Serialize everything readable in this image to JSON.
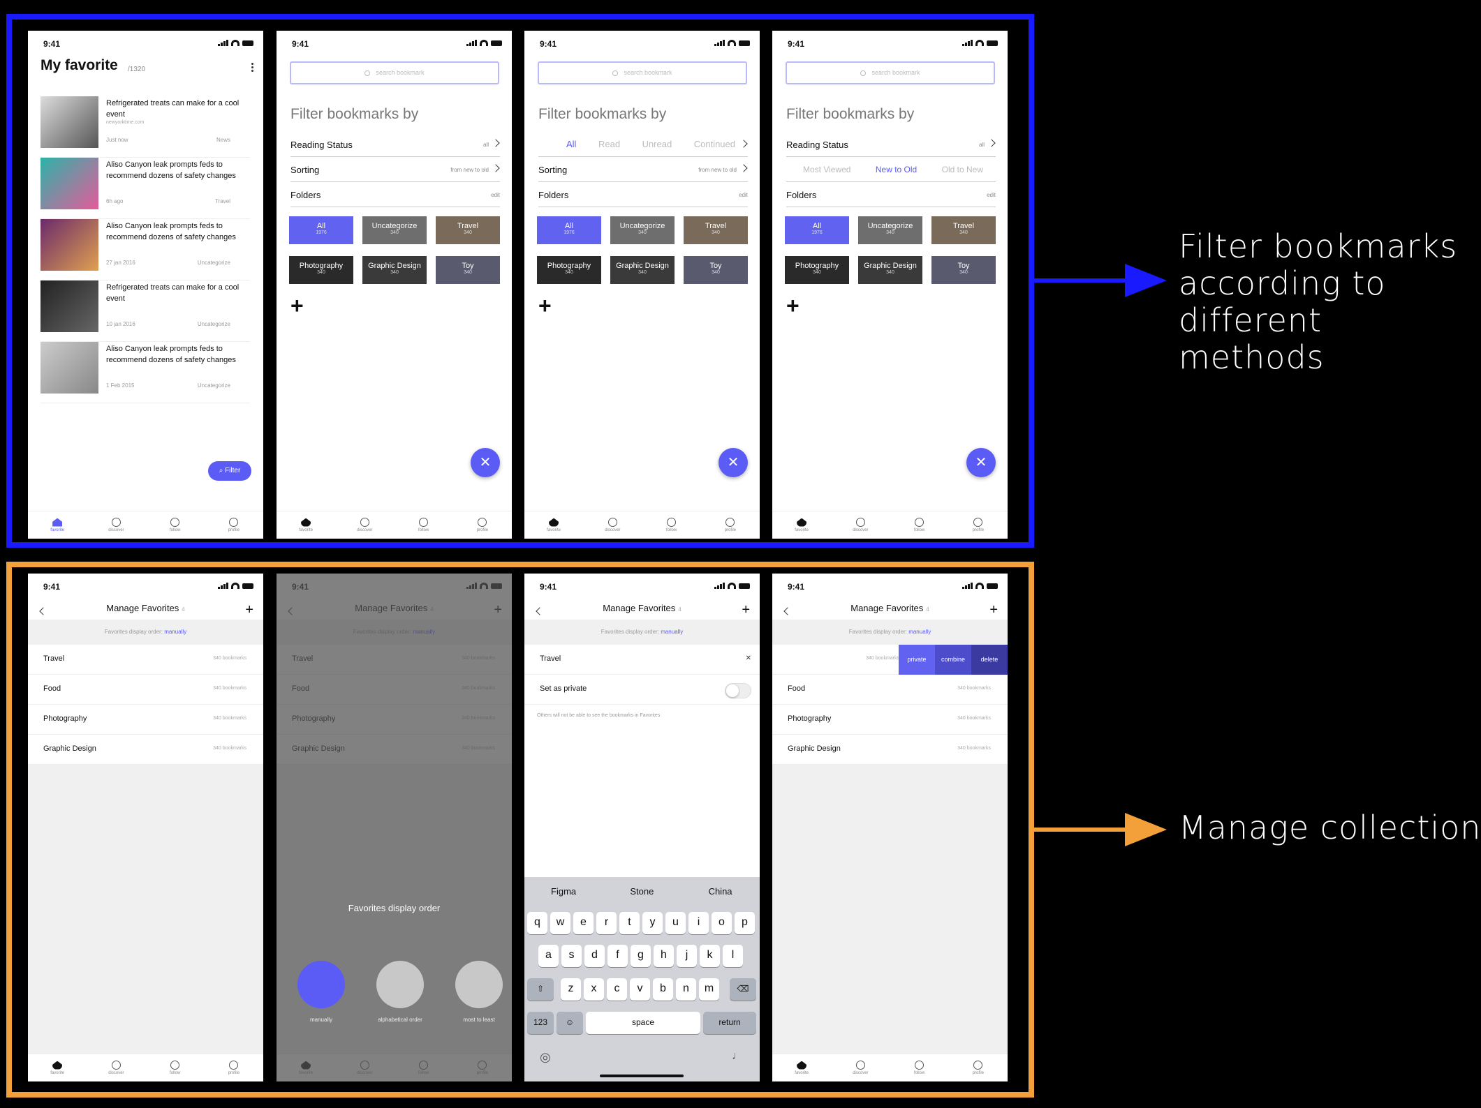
{
  "status_time": "9:41",
  "tabs": [
    "favorite",
    "discover",
    "follow",
    "profile"
  ],
  "captions": {
    "filter": "Filter bookmarks according to different methods",
    "manage": "Manage collection"
  },
  "favorites": {
    "title": "My favorite",
    "count": "/1320",
    "filter_button": "Filter",
    "articles": [
      {
        "title": "Refrigerated treats can make for a cool event",
        "source": "newyorktime.com",
        "time": "Just now",
        "category": "News"
      },
      {
        "title": "Aliso Canyon leak prompts feds to recommend dozens of safety changes",
        "source": "",
        "time": "6h ago",
        "category": "Travel"
      },
      {
        "title": "Aliso Canyon leak prompts feds to recommend dozens of safety changes",
        "source": "",
        "time": "27 jan 2016",
        "category": "Uncategorize"
      },
      {
        "title": "Refrigerated treats can make for a cool event",
        "source": "",
        "time": "10 jan 2016",
        "category": "Uncategorize"
      },
      {
        "title": "Aliso Canyon leak prompts feds to recommend dozens of safety changes",
        "source": "",
        "time": "1 Feb 2015",
        "category": "Uncategorize"
      }
    ]
  },
  "filter": {
    "search_placeholder": "search bookmark",
    "heading": "Filter bookmarks by",
    "reading_status": "Reading Status",
    "reading_value": "all",
    "sorting": "Sorting",
    "sorting_value": "from new to old",
    "folders": "Folders",
    "folders_edit": "edit",
    "reading_options": [
      "All",
      "Read",
      "Unread",
      "Continued"
    ],
    "sort_options": [
      "Most Viewed",
      "New to Old",
      "Old to New"
    ],
    "folder_tiles": [
      {
        "name": "All",
        "count": "1976",
        "color": "#6262f0"
      },
      {
        "name": "Uncategorize",
        "count": "340",
        "color": "#6e6e6e"
      },
      {
        "name": "Travel",
        "count": "340",
        "color": "#7a6a5a"
      },
      {
        "name": "Photography",
        "count": "340",
        "color": "#2a2a2a"
      },
      {
        "name": "Graphic Design",
        "count": "340",
        "color": "#3a3a3a"
      },
      {
        "name": "Toy",
        "count": "340",
        "color": "#5a5a6e"
      }
    ]
  },
  "manage": {
    "title": "Manage Favorites",
    "title_count": "4",
    "order_prefix": "Favorites display order:",
    "order_value": "manually",
    "items": [
      {
        "name": "Travel",
        "count": "340 bookmarks"
      },
      {
        "name": "Food",
        "count": "340 bookmarks"
      },
      {
        "name": "Photography",
        "count": "340 bookmarks"
      },
      {
        "name": "Graphic Design",
        "count": "340 bookmarks"
      }
    ],
    "order_sheet_title": "Favorites display order",
    "order_options": [
      "manually",
      "alphabetical order",
      "most to least"
    ],
    "edit_input_value": "Travel",
    "set_private": "Set as private",
    "private_note": "Others will not be able to see the bookmarks in Favorites",
    "swipe_actions": [
      "private",
      "combine",
      "delete"
    ],
    "swipe_count": "340 bookmarks"
  },
  "keyboard": {
    "suggestions": [
      "Figma",
      "Stone",
      "China"
    ],
    "row1": [
      "q",
      "w",
      "e",
      "r",
      "t",
      "y",
      "u",
      "i",
      "o",
      "p"
    ],
    "row2": [
      "a",
      "s",
      "d",
      "f",
      "g",
      "h",
      "j",
      "k",
      "l"
    ],
    "row3": [
      "z",
      "x",
      "c",
      "v",
      "b",
      "n",
      "m"
    ],
    "numbers": "123",
    "space": "space",
    "return": "return"
  },
  "colors": {
    "accent": "#5b5bf5",
    "blue_frame": "#1a1aff",
    "orange_frame": "#f4a03a"
  }
}
